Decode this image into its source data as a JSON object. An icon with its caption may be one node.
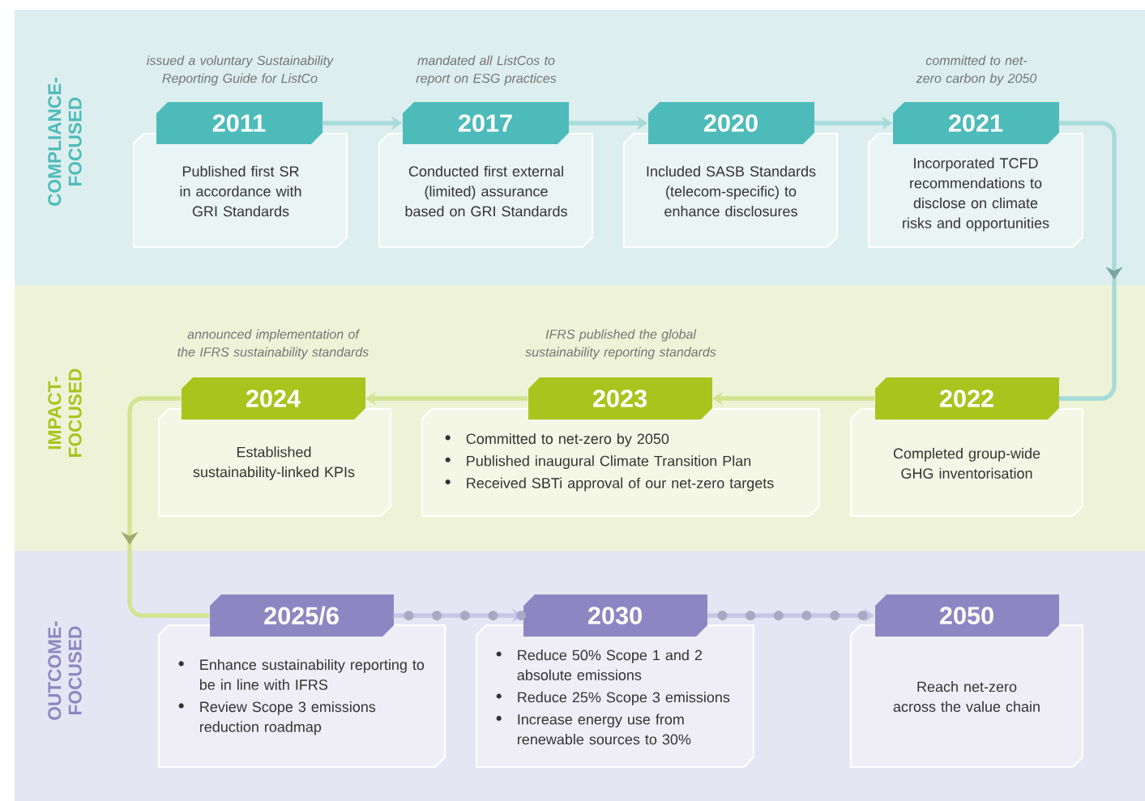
{
  "diagram": {
    "nodes": [
      {
        "text": [
          "COMPLIANCE- FOCUSED"
        ]
      },
      {
        "text": [
          "2011",
          "Published first SR in accordance with GRI Standards"
        ],
        "in": 0,
        "beside": [
          "issued a voluntary Sustainability Reporting Guide for ListCo"
        ]
      },
      {
        "text": [
          "2017",
          "Conducted first external (limited) assurance based on GRI Standards"
        ],
        "in": 0,
        "beside": [
          "mandated all ListCos to report on ESG practices"
        ]
      },
      {
        "text": [
          "2020",
          "Included SASB Standards (telecom-specific) to enhance disclosures"
        ],
        "in": 0
      },
      {
        "text": [
          "2021",
          "Incorporated TCFD recommendations to disclose on climate risks and opportunities"
        ],
        "in": 0,
        "beside": [
          "committed to net-zero carbon by 2050"
        ]
      },
      {
        "text": [
          "IMPACT- FOCUSED"
        ]
      },
      {
        "text": [
          "2024",
          "Established sustainability-linked KPIs"
        ],
        "in": 5,
        "beside": [
          "announced implementation of the IFRS sustainability standards"
        ]
      },
      {
        "text": [
          "2023",
          "Committed to net-zero by 2050",
          "Published inaugural Climate Transition Plan",
          "Received SBTi approval of our net-zero targets"
        ],
        "in": 5,
        "beside": [
          "IFRS published the global sustainability reporting standards"
        ]
      },
      {
        "text": [
          "2022",
          "Completed group-wide GHG inventorisation"
        ],
        "in": 5
      },
      {
        "text": [
          "OUTCOME- FOCUSED"
        ]
      },
      {
        "text": [
          "2025/6",
          "Enhance sustainability reporting to be in line with IFRS",
          "Review Scope 3 emissions reduction roadmap"
        ],
        "in": 9
      },
      {
        "text": [
          "2030",
          "Reduce 50% Scope 1 and 2 absolute emissions",
          "Reduce 25% Scope 3 emissions",
          "Increase energy use from renewable sources to 30%"
        ],
        "in": 9
      },
      {
        "text": [
          "2050",
          "Reach net-zero across the value chain"
        ],
        "in": 9
      }
    ],
    "edges": [
      {
        "from": 1,
        "to": 2,
        "arrow": "to",
        "color": "#a6dbd9"
      },
      {
        "from": 2,
        "to": 3,
        "arrow": "to",
        "color": "#a6dbd9"
      },
      {
        "from": 3,
        "to": 4,
        "arrow": "to",
        "color": "#a6dbd9"
      },
      {
        "from": 4,
        "to": 8,
        "arrow": "to",
        "color": "#a6dbd9"
      },
      {
        "from": 8,
        "to": 7,
        "arrow": "to",
        "color": "#d3e390"
      },
      {
        "from": 7,
        "to": 6,
        "arrow": "to",
        "color": "#d3e390"
      },
      {
        "from": 6,
        "to": 10,
        "arrow": "to",
        "color": "#d3e390"
      },
      {
        "from": 10,
        "to": 11,
        "arrow": "to",
        "style": "dashed",
        "color": "#c9c4e8"
      },
      {
        "from": 11,
        "to": 12,
        "arrow": "to",
        "style": "dashed",
        "color": "#c9c4e8"
      }
    ]
  }
}
